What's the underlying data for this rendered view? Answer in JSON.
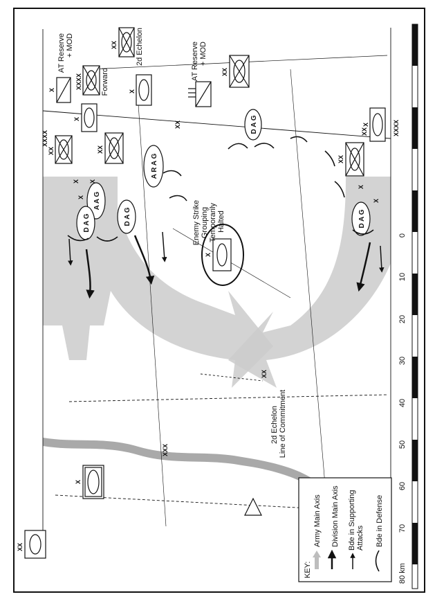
{
  "labels": {
    "enemy_strike": [
      "Enemy Strike",
      "Grouping",
      "Temporarily",
      "Halted"
    ],
    "second_echelon_top": "2d Echelon",
    "second_echelon_line": [
      "2d Echelon",
      "Line of Commitment"
    ],
    "at_reserve_1": [
      "AT Reserve",
      "+ MOD"
    ],
    "at_reserve_2": [
      "AT Reserve",
      "+ MOD"
    ],
    "forward": "Forward"
  },
  "echelon_marks": {
    "army_group": "XXXX",
    "army": "XXXX",
    "corps": "XXX",
    "division": "XX",
    "brigade": "X"
  },
  "group_codes": {
    "arag": [
      "A",
      "R",
      "A",
      "G"
    ],
    "dag": [
      "D",
      "A",
      "G"
    ],
    "aag": [
      "A",
      "A",
      "G"
    ]
  },
  "key": {
    "title": "KEY:",
    "army_main_axis": "Army Main Axis",
    "division_main_axis": "Division Main Axis",
    "bde_supporting": [
      "Bde in Supporting",
      "Attacks"
    ],
    "bde_defense": "Bde in Defense"
  },
  "scale": {
    "ticks": [
      "0",
      "10",
      "20",
      "30",
      "40",
      "50",
      "60",
      "70",
      "80 km"
    ]
  },
  "colors": {
    "axis_gray": "#bdbdbd",
    "river": "#a9a9a9",
    "ink": "#111111"
  }
}
